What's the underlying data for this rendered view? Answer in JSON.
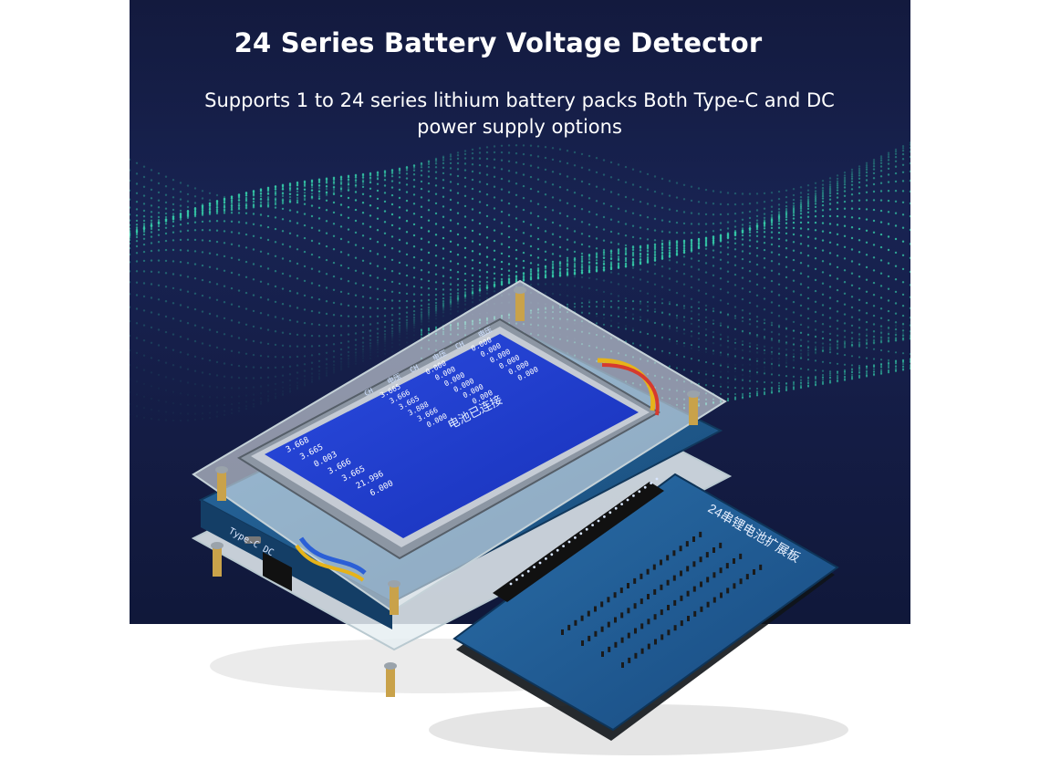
{
  "banner": {
    "title": "24 Series Battery Voltage Detector",
    "subtitle": "Supports 1 to 24 series lithium battery packs  Both Type-C and DC power supply options"
  },
  "colors": {
    "banner_bg": "#172150",
    "wave": "#34c7a6",
    "screen": "#1d36c8",
    "pcb": "#1f5a8c"
  },
  "device": {
    "screen": {
      "left_values": [
        "3.668",
        "3.665",
        "0.003",
        "3.666",
        "3.665",
        "21.996",
        "6.000"
      ],
      "header_row": [
        "CH",
        "电压",
        "CH",
        "电压",
        "CH",
        "电压"
      ],
      "col1": [
        "3.665",
        "3.666",
        "3.665",
        "3.888",
        "3.666",
        "0.000"
      ],
      "col2": [
        "0.000",
        "0.000",
        "0.000",
        "0.000",
        "0.000",
        "0.000"
      ],
      "col3": [
        "0.000",
        "0.000",
        "0.000",
        "0.000",
        "0.000",
        "0.000"
      ],
      "status": "电池已连接"
    },
    "board_label": "24串锂电池扩展板",
    "port_label": "Type-C  DC"
  }
}
